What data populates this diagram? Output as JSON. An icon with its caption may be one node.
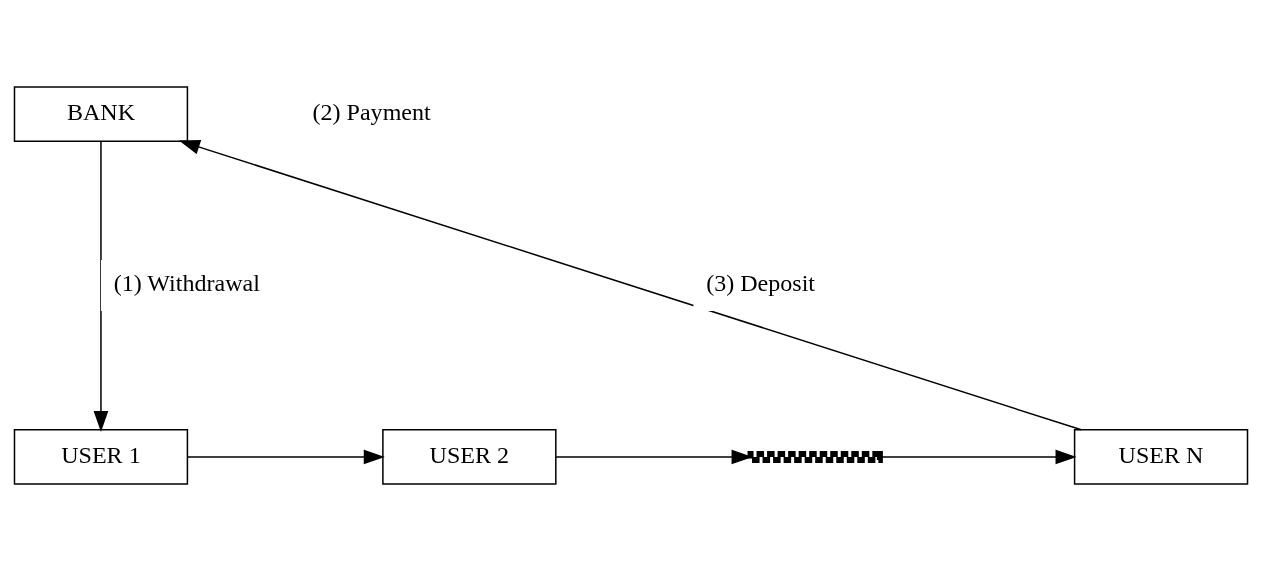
{
  "diagram": {
    "nodes": [
      {
        "text": [
          "BANK"
        ]
      },
      {
        "text": [
          "USER 1"
        ]
      },
      {
        "text": [
          "USER 2"
        ]
      },
      {
        "text": [],
        "shape": "bar"
      },
      {
        "text": [
          "USER N"
        ]
      }
    ],
    "edges": [
      {
        "from": 0,
        "to": 1,
        "arrow": "to",
        "label": "(1) Withdrawal"
      },
      {
        "from": 1,
        "to": 2,
        "arrow": "to"
      },
      {
        "from": 2,
        "to": 3,
        "arrow": "to"
      },
      {
        "from": 3,
        "to": 4,
        "arrow": "to"
      },
      {
        "from": 4,
        "to": 0,
        "arrow": "to",
        "label": "(3) Deposit"
      }
    ],
    "labels": [
      "(2) Payment"
    ]
  }
}
